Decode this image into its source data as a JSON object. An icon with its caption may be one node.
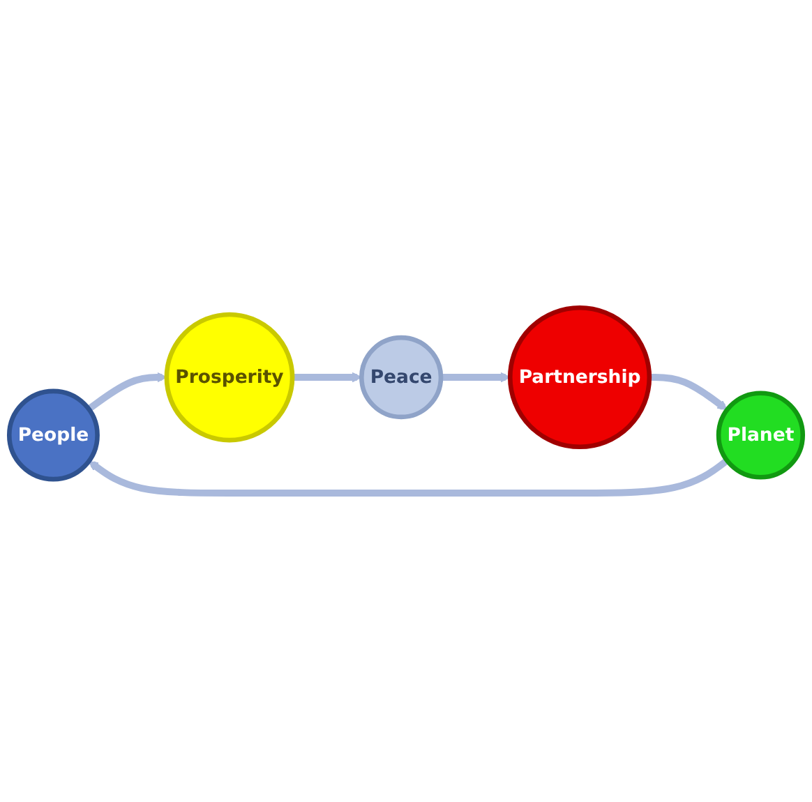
{
  "diagram": {
    "nodes": [
      {
        "text": [
          "People"
        ]
      },
      {
        "text": [
          "Prosperity"
        ]
      },
      {
        "text": [
          "Peace"
        ]
      },
      {
        "text": [
          "Partnership"
        ]
      },
      {
        "text": [
          "Planet"
        ]
      }
    ],
    "edges": [
      {
        "from": 0,
        "to": 1,
        "arrow": "to"
      },
      {
        "from": 1,
        "to": 2,
        "arrow": "to"
      },
      {
        "from": 2,
        "to": 3,
        "arrow": "to"
      },
      {
        "from": 3,
        "to": 4,
        "arrow": "to"
      },
      {
        "from": 4,
        "to": 0,
        "arrow": "to"
      }
    ]
  }
}
